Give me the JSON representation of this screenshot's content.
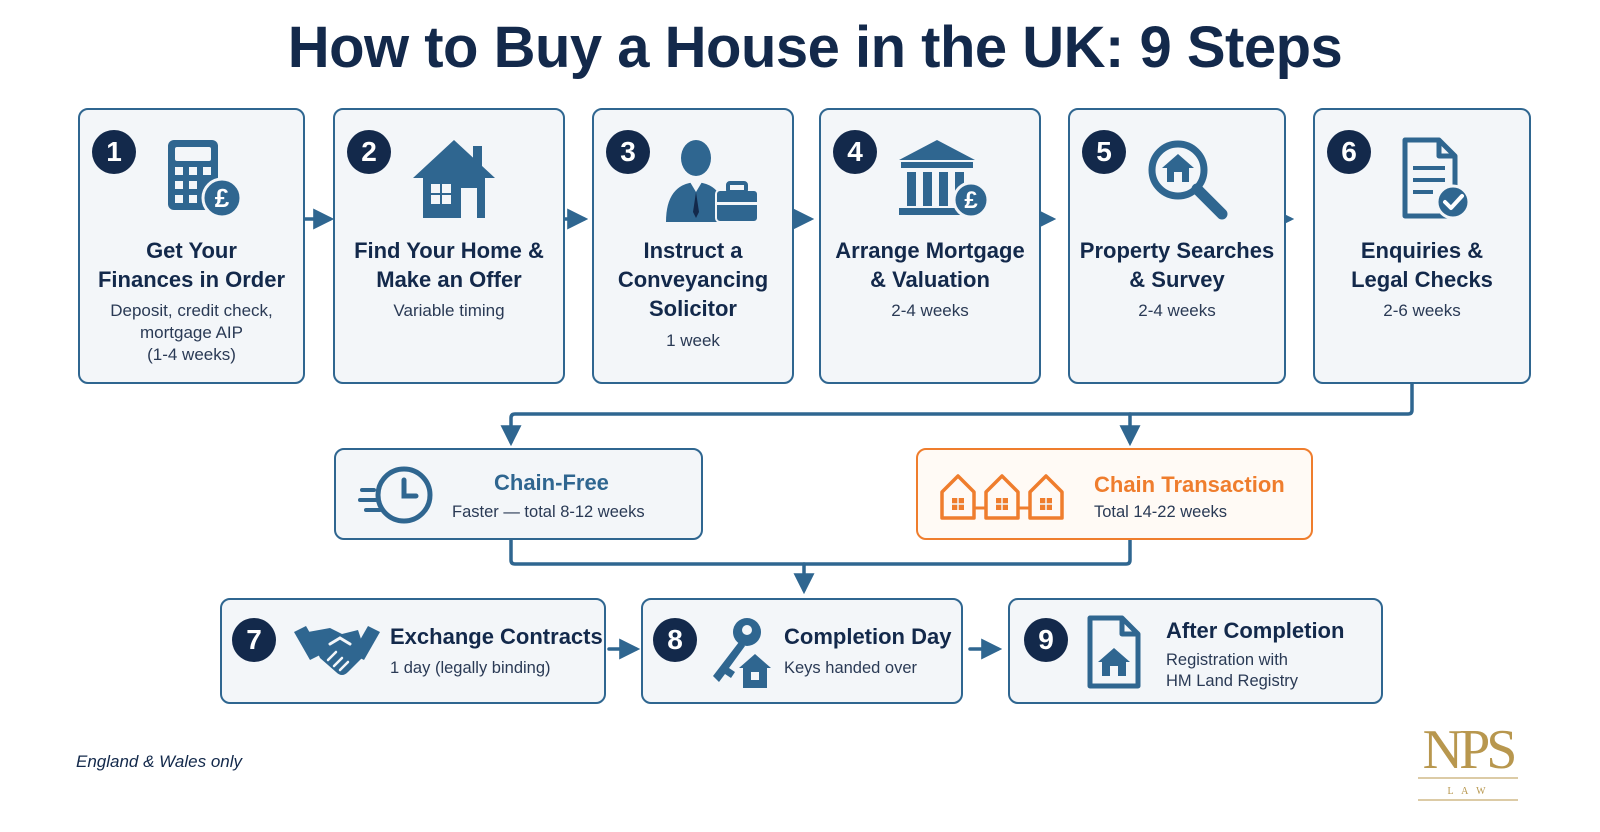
{
  "title": "How to Buy a House in the UK: 9 Steps",
  "colors": {
    "navy": "#13294b",
    "steel": "#2f6690",
    "orange": "#ef7d2d",
    "card_bg": "#f3f6f9"
  },
  "steps": [
    {
      "number": "1",
      "title_lines": [
        "Get Your",
        "Finances in Order"
      ],
      "desc_lines": [
        "Deposit, credit check,",
        "mortgage AIP",
        "(1-4 weeks)"
      ],
      "icon": "calculator-pound-icon"
    },
    {
      "number": "2",
      "title_lines": [
        "Find Your Home &",
        "Make an Offer"
      ],
      "desc_lines": [
        "Variable timing"
      ],
      "icon": "house-icon"
    },
    {
      "number": "3",
      "title_lines": [
        "Instruct a",
        "Conveyancing",
        "Solicitor"
      ],
      "desc_lines": [
        "1 week"
      ],
      "icon": "solicitor-briefcase-icon"
    },
    {
      "number": "4",
      "title_lines": [
        "Arrange Mortgage",
        "& Valuation"
      ],
      "desc_lines": [
        "2-4 weeks"
      ],
      "icon": "bank-pound-icon"
    },
    {
      "number": "5",
      "title_lines": [
        "Property Searches",
        "& Survey"
      ],
      "desc_lines": [
        "2-4 weeks"
      ],
      "icon": "magnifier-house-icon"
    },
    {
      "number": "6",
      "title_lines": [
        "Enquiries &",
        "Legal Checks"
      ],
      "desc_lines": [
        "2-6 weeks"
      ],
      "icon": "document-check-icon"
    },
    {
      "number": "7",
      "title_lines": [
        "Exchange Contracts"
      ],
      "desc_lines": [
        "1 day (legally binding)"
      ],
      "icon": "handshake-icon"
    },
    {
      "number": "8",
      "title_lines": [
        "Completion Day"
      ],
      "desc_lines": [
        "Keys handed over"
      ],
      "icon": "key-house-icon"
    },
    {
      "number": "9",
      "title_lines": [
        "After Completion"
      ],
      "desc_lines": [
        "Registration with",
        "HM Land Registry"
      ],
      "icon": "registry-document-icon"
    }
  ],
  "branches": [
    {
      "title": "Chain-Free",
      "desc": "Faster — total 8-12 weeks",
      "icon": "clock-fast-icon",
      "color": "#2f6690"
    },
    {
      "title": "Chain Transaction",
      "desc": "Total 14-22 weeks",
      "icon": "chain-houses-icon",
      "color": "#ef7d2d"
    }
  ],
  "footnote": "England & Wales only",
  "logo": {
    "text": "NPS",
    "sub": "L A W"
  }
}
